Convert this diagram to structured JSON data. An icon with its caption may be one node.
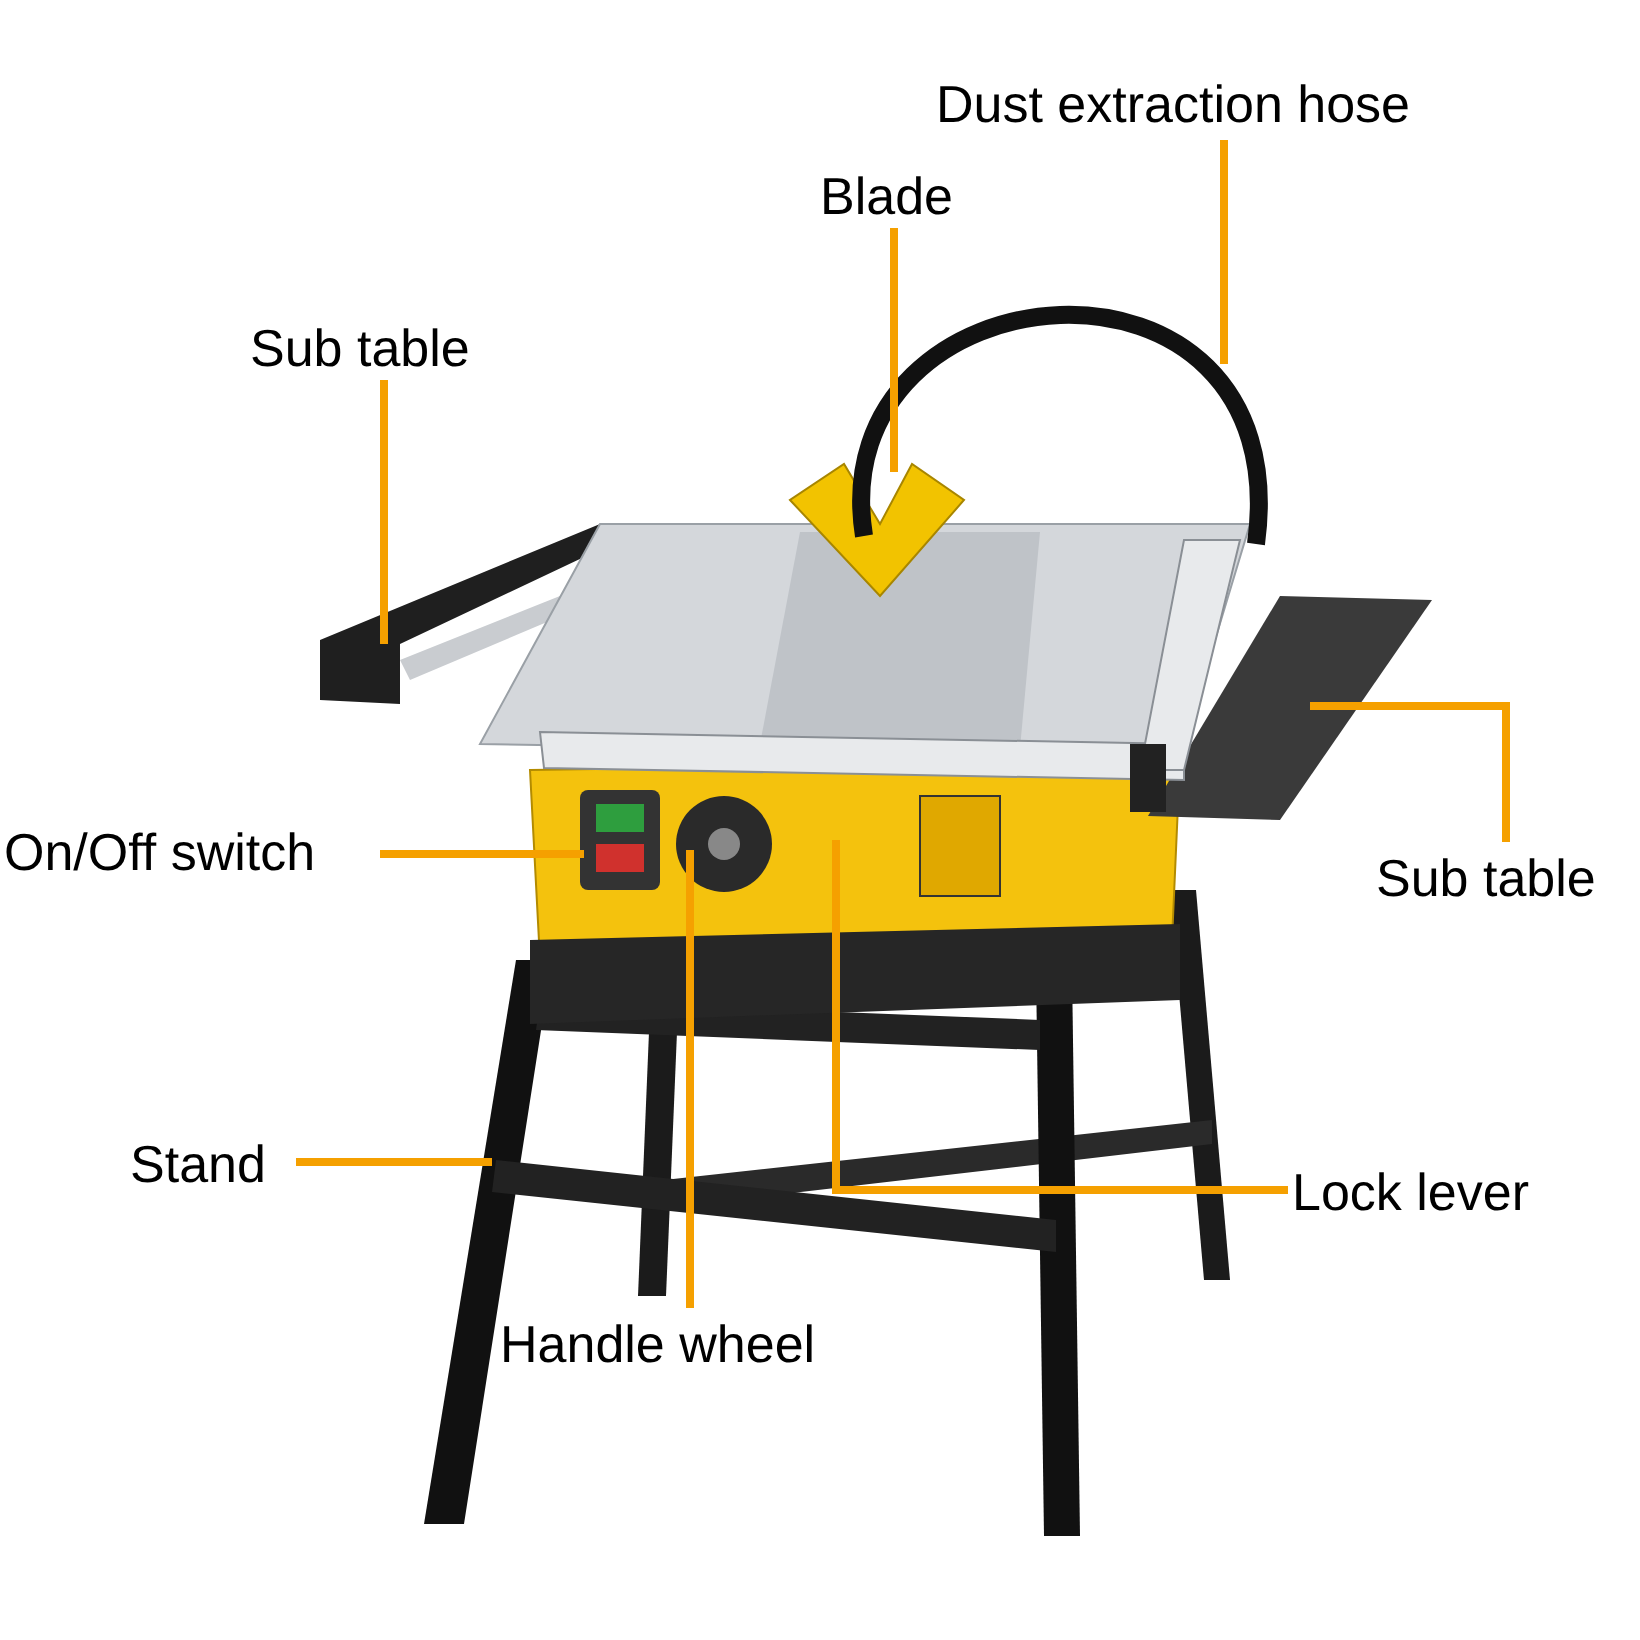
{
  "diagram": {
    "nodes": [
      {
        "text": [
          "Dust extraction hose"
        ]
      },
      {
        "text": [
          "Blade"
        ]
      },
      {
        "text": [
          "Sub table"
        ]
      },
      {
        "text": [
          "Sub table"
        ]
      },
      {
        "text": [
          "On/Off switch"
        ]
      },
      {
        "text": [
          "Stand"
        ]
      },
      {
        "text": [
          "Lock lever"
        ]
      },
      {
        "text": [
          "Handle wheel"
        ]
      }
    ],
    "edges": [
      {
        "from": 0,
        "to": null,
        "arrow": "none"
      },
      {
        "from": 1,
        "to": null,
        "arrow": "none"
      },
      {
        "from": 2,
        "to": null,
        "arrow": "none"
      },
      {
        "from": 3,
        "to": null,
        "arrow": "none"
      },
      {
        "from": 4,
        "to": null,
        "arrow": "none"
      },
      {
        "from": 5,
        "to": null,
        "arrow": "none"
      },
      {
        "from": 6,
        "to": null,
        "arrow": "none"
      },
      {
        "from": 7,
        "to": null,
        "arrow": "none"
      }
    ]
  }
}
